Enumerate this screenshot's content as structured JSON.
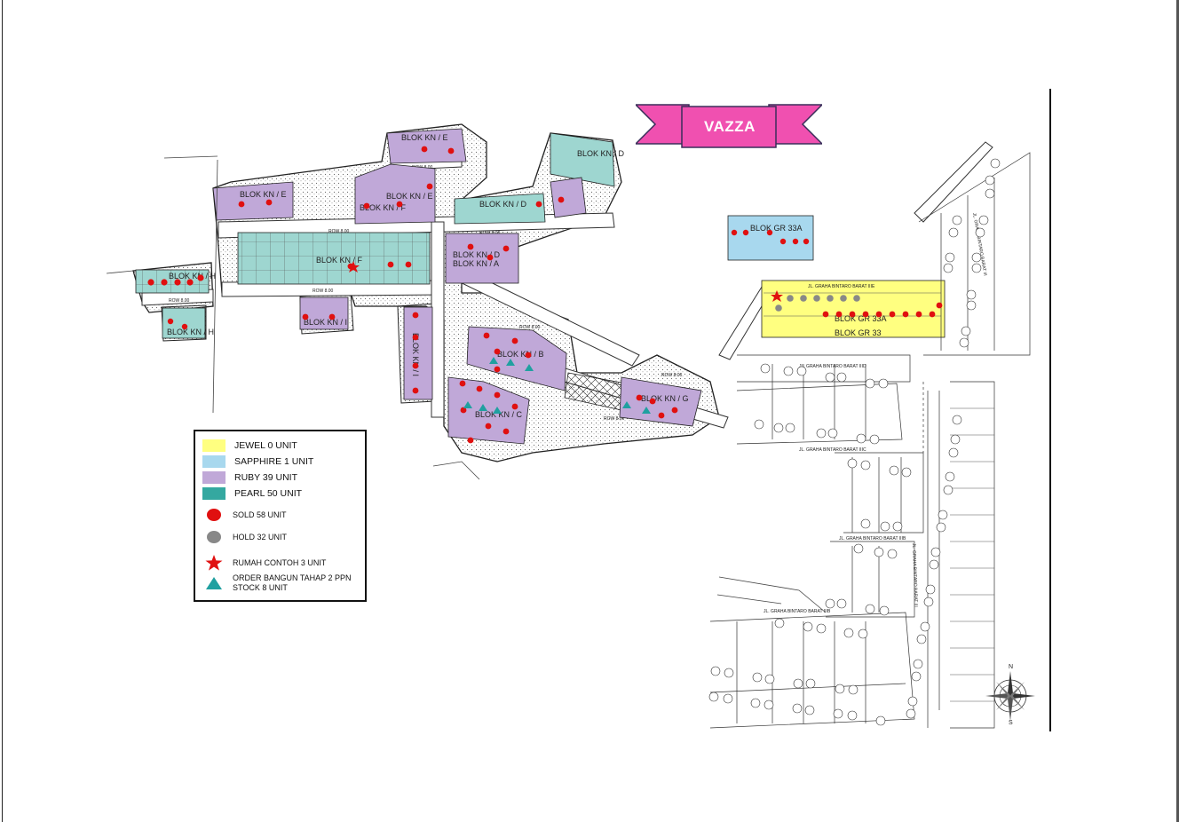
{
  "banner": {
    "title": "VAZZA"
  },
  "colors": {
    "jewel": "#ffff80",
    "sapphire": "#a8d8ee",
    "ruby": "#c0a8d8",
    "pearl": "#9ed6d0",
    "sold": "#e01010",
    "hold": "#888888",
    "banner": "#f050b0"
  },
  "legend": [
    {
      "type": "swatch",
      "color": "#ffff80",
      "label": "JEWEL 0 UNIT"
    },
    {
      "type": "swatch",
      "color": "#a8d8ee",
      "label": "SAPPHIRE 1 UNIT"
    },
    {
      "type": "swatch",
      "color": "#c0a8d8",
      "label": "RUBY 39 UNIT"
    },
    {
      "type": "swatch",
      "color": "#34a8a0",
      "label": "PEARL 50 UNIT"
    },
    {
      "type": "red-dot",
      "label": "SOLD 58 UNIT"
    },
    {
      "type": "grey-dot",
      "label": "HOLD 32 UNIT"
    },
    {
      "type": "red-star",
      "label": "RUMAH CONTOH 3 UNIT"
    },
    {
      "type": "teal-triangle",
      "label": "ORDER BANGUN TAHAP 2 PPN",
      "label2": "STOCK 8 UNIT"
    }
  ],
  "blocks": {
    "kn_h": "BLOK KN / H",
    "kn_e": "BLOK KN / E",
    "kn_f": "BLOK KN / F",
    "kn_d": "BLOK KN / D",
    "kn_f2": "BLOK KN / F",
    "kn_a": "BLOK KN / A",
    "kn_i": "BLOK KN / I",
    "kn_b": "BLOK KN / B",
    "kn_c": "BLOK KN / C",
    "kn_g": "BLOK KN / G",
    "gr33a_top": "BLOK GR 33A",
    "gr33a": "BLOK GR 33A",
    "gr33": "BLOK GR 33"
  },
  "streets": {
    "iiie": "JL. GRAHA BINTARO BARAT IIIE",
    "iiid": "JL. GRAHA BINTARO BARAT IIID",
    "iiic": "JL. GRAHA BINTARO BARAT IIIC",
    "iiib": "JL. GRAHA BINTARO BARAT IIIB",
    "iiib2": "JL. GRAHA BINTARO BARAT IIIB",
    "v_main": "JL. GRAHA BINTARO BARAT III",
    "v_main2": "JL. GRAHA BINTARO BARAT III"
  },
  "row_label": "ROW 8.00",
  "compass": {
    "n": "N",
    "s": "S"
  }
}
